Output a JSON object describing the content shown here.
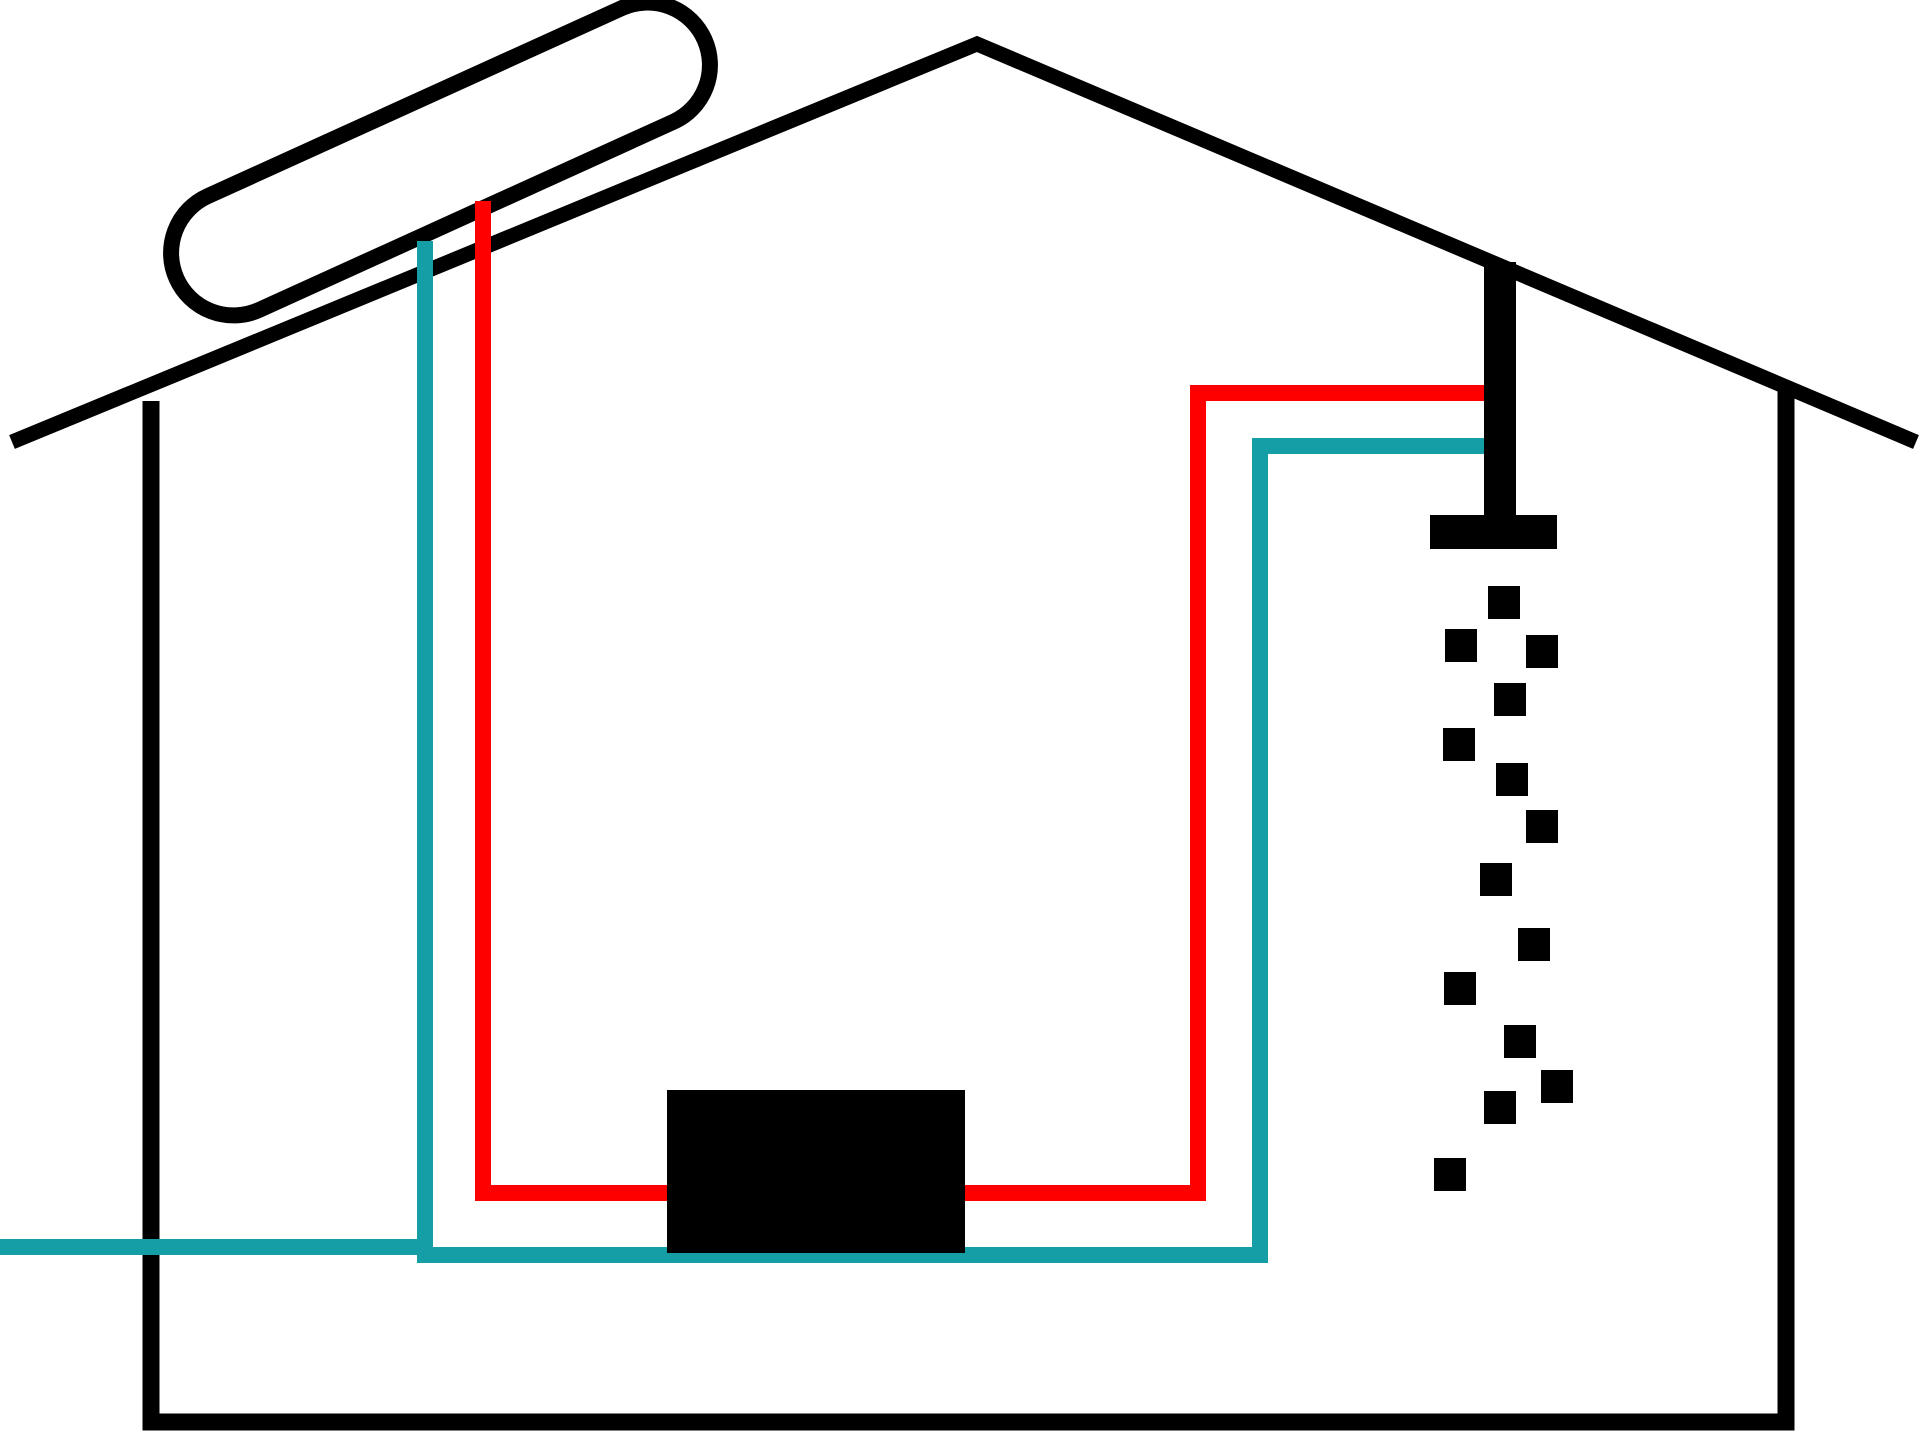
{
  "diagram": {
    "type": "solar-water-heating-schematic",
    "labels": [],
    "colors": {
      "background": "#ffffff",
      "outline": "#000000",
      "hot_pipe": "#ff0000",
      "cold_pipe": "#159ea6",
      "tank": "#000000",
      "shower": "#000000",
      "water_drops": "#000000"
    },
    "components": [
      {
        "id": "house-roof",
        "name": "roof"
      },
      {
        "id": "house-walls",
        "name": "walls"
      },
      {
        "id": "solar-collector",
        "name": "solar-collector-panel"
      },
      {
        "id": "hot-water-pipe",
        "name": "hot-water-pipe"
      },
      {
        "id": "cold-water-pipe",
        "name": "cold-water-pipe"
      },
      {
        "id": "storage-tank",
        "name": "storage-tank"
      },
      {
        "id": "shower",
        "name": "shower-head"
      },
      {
        "id": "water-drops",
        "name": "water-drops",
        "count": 14
      }
    ]
  }
}
